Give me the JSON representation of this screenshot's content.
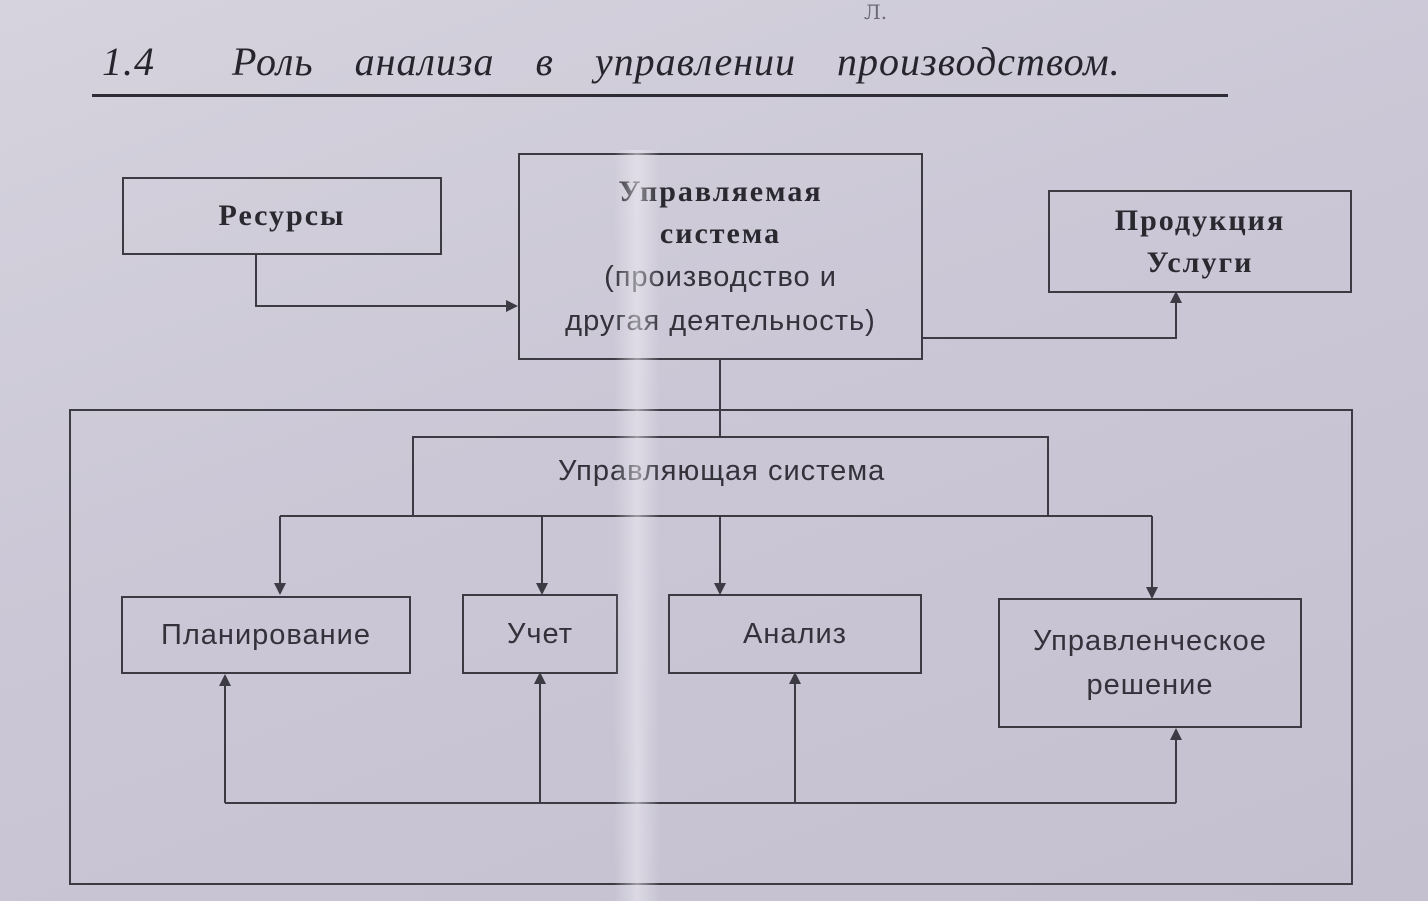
{
  "page_mark": "Л.",
  "heading": {
    "number": "1.4",
    "title": "Роль анализа в управлении производством."
  },
  "nodes": {
    "resources": "Ресурсы",
    "managed_system": {
      "title_line1": "Управляемая",
      "title_line2": "система",
      "sub_line1": "(производство и",
      "sub_line2": "другая деятельность)"
    },
    "products": {
      "line1": "Продукция",
      "line2": "Услуги"
    },
    "control_system": "Управляющая система",
    "planning": "Планирование",
    "accounting": "Учет",
    "analysis": "Анализ",
    "management_decision": {
      "line1": "Управленческое",
      "line2": "решение"
    }
  }
}
